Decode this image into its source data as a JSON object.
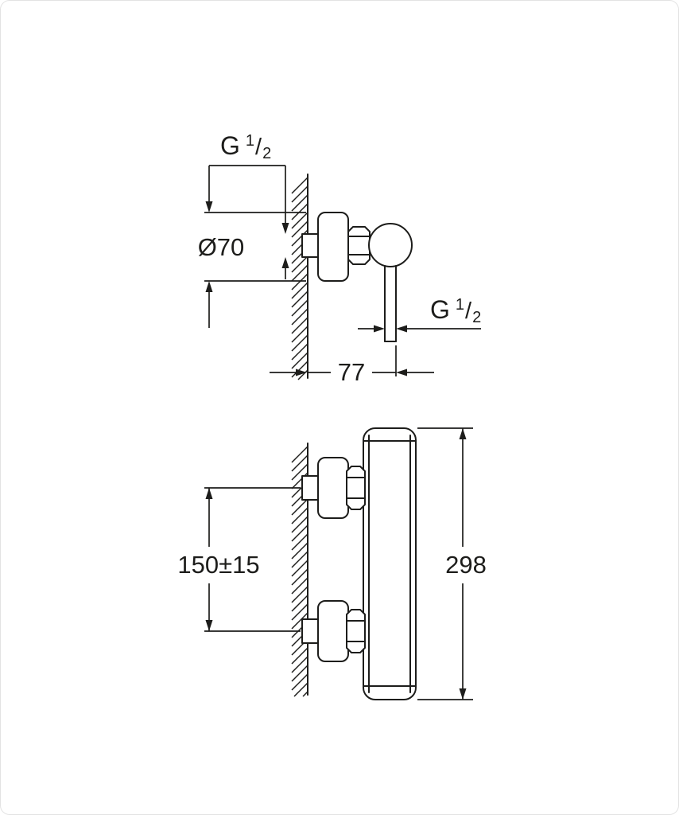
{
  "labels": {
    "thread_top": {
      "prefix": "G",
      "numerator": "1",
      "slash": "/",
      "denominator": "2"
    },
    "thread_side": {
      "prefix": "G",
      "numerator": "1",
      "slash": "/",
      "denominator": "2"
    },
    "diameter": "Ø70",
    "depth": "77",
    "port_spacing": "150±15",
    "total_height": "298"
  },
  "colors": {
    "line": "#1d1d1b",
    "background": "#ffffff",
    "frame": "#e3e3e3"
  }
}
